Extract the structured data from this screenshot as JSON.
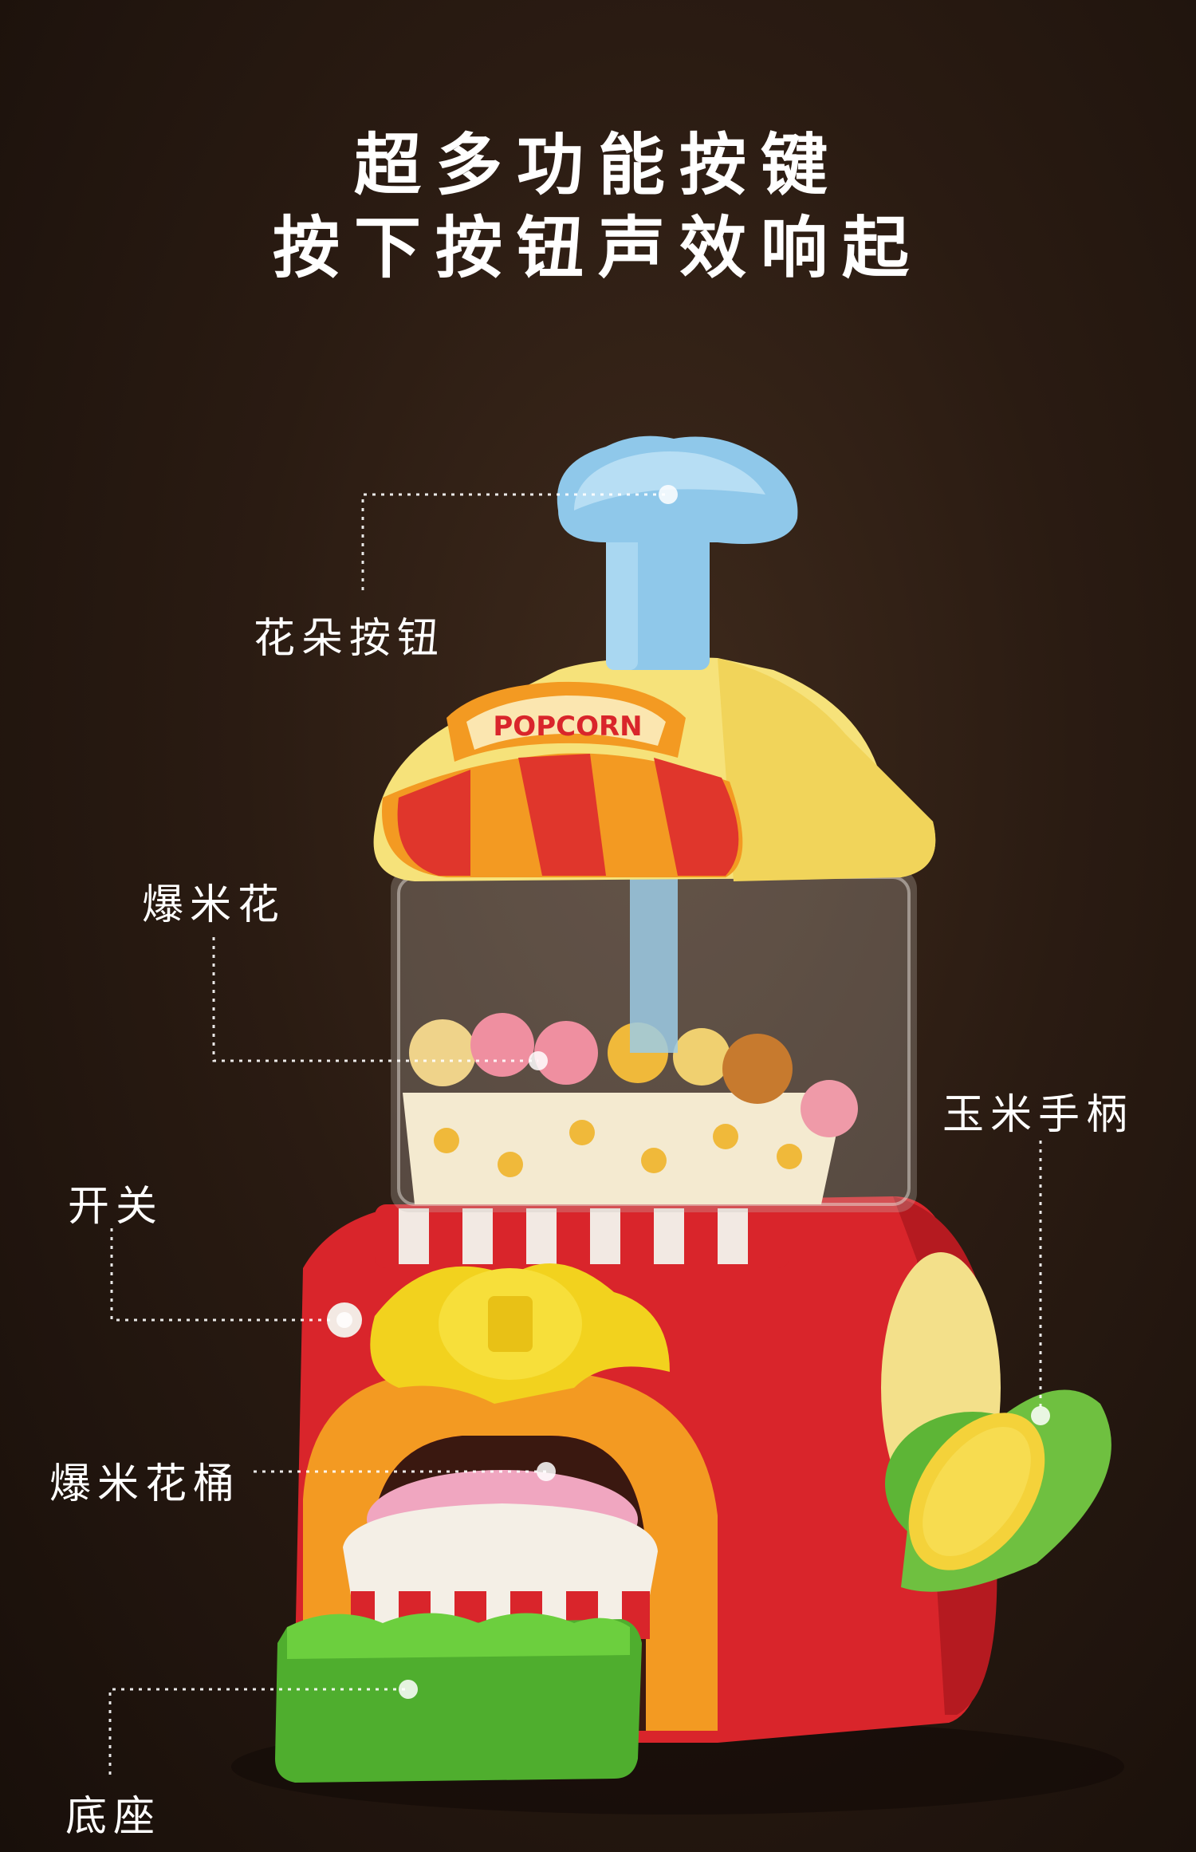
{
  "headline": {
    "line1": "超多功能按键",
    "line2": "按下按钮声效响起"
  },
  "callouts": {
    "flower_button": "花朵按钮",
    "popcorn": "爆米花",
    "corn_handle": "玉米手柄",
    "switch": "开关",
    "popcorn_bucket": "爆米花桶",
    "base": "底座"
  },
  "product": {
    "sign_text": "POPCORN"
  },
  "colors": {
    "background": "#2a1b12",
    "text": "#ffffff",
    "toy_red": "#d9252b",
    "toy_yellow": "#f6e27a",
    "toy_blue": "#8fc8ea",
    "toy_green": "#6fbf3a",
    "toy_orange": "#f39a22"
  }
}
